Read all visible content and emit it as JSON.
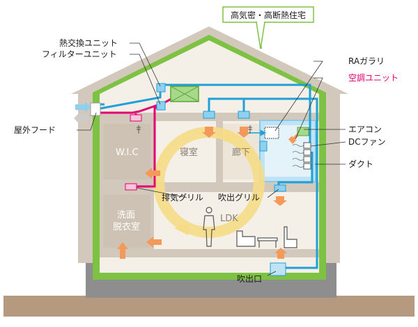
{
  "title": "高気密・高断熱住宅",
  "labels": {
    "heat_exchange_unit": "熱交換ユニット",
    "filter_unit": "フィルターユニット",
    "outdoor_hood": "屋外フード",
    "ra_gallery": "RAガラリ",
    "ac_unit": "空調ユニット",
    "air_conditioner": "エアコン",
    "dc_fan": "DCファン",
    "duct": "ダクト",
    "exhaust_grille": "排気グリル",
    "supply_grille": "吹出グリル",
    "outlet": "吹出口"
  },
  "rooms": {
    "wic": "W.I.C",
    "bedroom": "寝室",
    "hallway": "廊下",
    "ldk": "LDK",
    "washroom_line1": "洗面",
    "washroom_line2": "脱衣室"
  },
  "colors": {
    "wall": "#d2c8bb",
    "insulation": "#7ec243",
    "interior": "#f4f0e8",
    "supply_duct": "#1fa0d8",
    "exhaust_duct": "#e4006e",
    "airflow": "#f6dc87",
    "supply_arrow": "#f39a5a",
    "ground": "#b59a7f",
    "highlight_label": "#e4006e"
  },
  "icons": [
    "thermometer-icon",
    "person-icon",
    "sofa-icon",
    "table-icon",
    "chair-icon"
  ]
}
